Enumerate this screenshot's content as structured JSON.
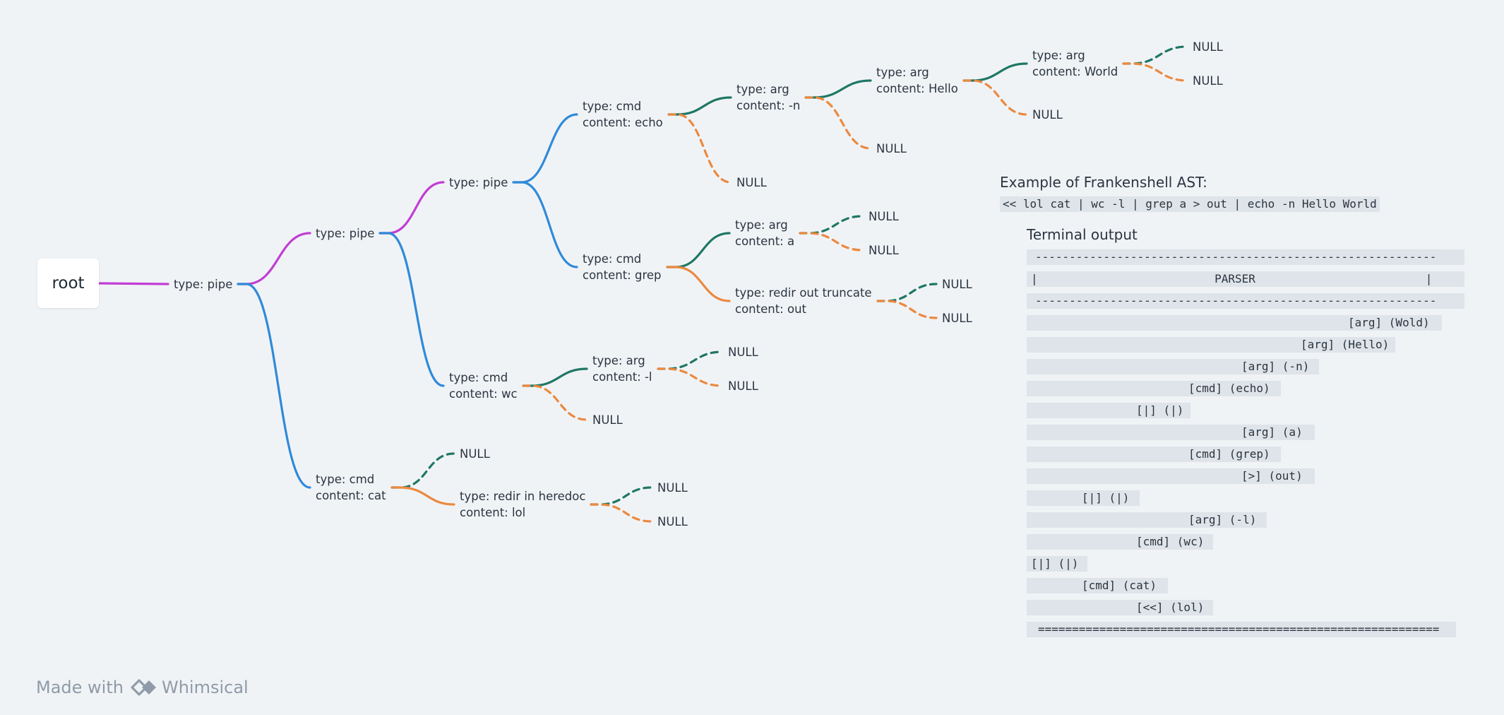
{
  "diagram": {
    "root_label": "root",
    "nodes": {
      "pipe_1": [
        "type: pipe"
      ],
      "pipe_2": [
        "type: pipe"
      ],
      "pipe_3": [
        "type: pipe"
      ],
      "cmd_echo": [
        "type: cmd",
        "content: echo"
      ],
      "arg_n": [
        "type: arg",
        "content: -n"
      ],
      "arg_hello": [
        "type: arg",
        "content: Hello"
      ],
      "arg_world": [
        "type: arg",
        "content: World"
      ],
      "null_world_a": [
        "NULL"
      ],
      "null_world_b": [
        "NULL"
      ],
      "null_hello_b": [
        "NULL"
      ],
      "null_n_b": [
        "NULL"
      ],
      "null_echo_b": [
        "NULL"
      ],
      "cmd_grep": [
        "type: cmd",
        "content: grep"
      ],
      "arg_a": [
        "type: arg",
        "content: a"
      ],
      "null_a_a": [
        "NULL"
      ],
      "null_a_b": [
        "NULL"
      ],
      "redir_out": [
        "type: redir out truncate",
        "content: out"
      ],
      "null_out_a": [
        "NULL"
      ],
      "null_out_b": [
        "NULL"
      ],
      "cmd_wc": [
        "type: cmd",
        "content: wc"
      ],
      "arg_l": [
        "type: arg",
        "content: -l"
      ],
      "null_l_a": [
        "NULL"
      ],
      "null_l_b": [
        "NULL"
      ],
      "null_wc_b": [
        "NULL"
      ],
      "cmd_cat": [
        "type: cmd",
        "content: cat"
      ],
      "null_cat_a": [
        "NULL"
      ],
      "redir_heredoc": [
        "type: redir in heredoc",
        "content: lol"
      ],
      "null_heredoc_a": [
        "NULL"
      ],
      "null_heredoc_b": [
        "NULL"
      ]
    }
  },
  "example": {
    "title": "Example of Frankenshell AST:",
    "command": "<< lol cat | wc -l | grep a > out | echo -n Hello World"
  },
  "terminal": {
    "title": "Terminal output",
    "lines": [
      "-----------------------------------------------------------",
      "|                          PARSER                         |",
      "-----------------------------------------------------------",
      "[arg] (Wold)",
      "[arg] (Hello)",
      "[arg] (-n)",
      "[cmd] (echo)",
      "[|] (|)",
      "[arg] (a)",
      "[cmd] (grep)",
      "[>] (out)",
      "[|] (|)",
      "[arg] (-l)",
      "[cmd] (wc)",
      "[|] (|)",
      "[cmd] (cat)",
      "[<<] (lol)",
      "==========================================================="
    ]
  },
  "footer": {
    "made_with": "Made with",
    "brand": "Whimsical"
  },
  "colors": {
    "background": "#f0f3f6",
    "magenta": "#c13ed4",
    "blue": "#2f8ad9",
    "green": "#1f7765",
    "orange": "#eb893f",
    "footer_gray": "#8f9ba8"
  }
}
